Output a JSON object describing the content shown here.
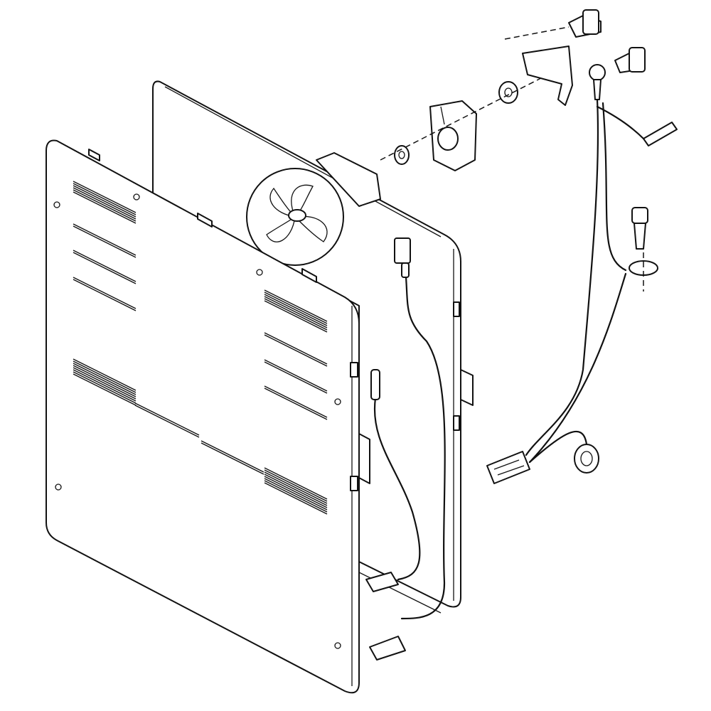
{
  "diagram": {
    "kind": "exploded parts drawing",
    "colors": {
      "line": "#111111",
      "background": "#ffffff"
    },
    "parts": [
      "front-cover-panel",
      "rear-fan-shroud-panel",
      "fan-blade",
      "fan-motor",
      "motor-bushing",
      "motor-grommet",
      "mounting-bracket",
      "screw",
      "ground-screw",
      "wire-harness",
      "harness-connector",
      "ring-terminal",
      "spade-terminal",
      "thermal-fuse"
    ]
  }
}
